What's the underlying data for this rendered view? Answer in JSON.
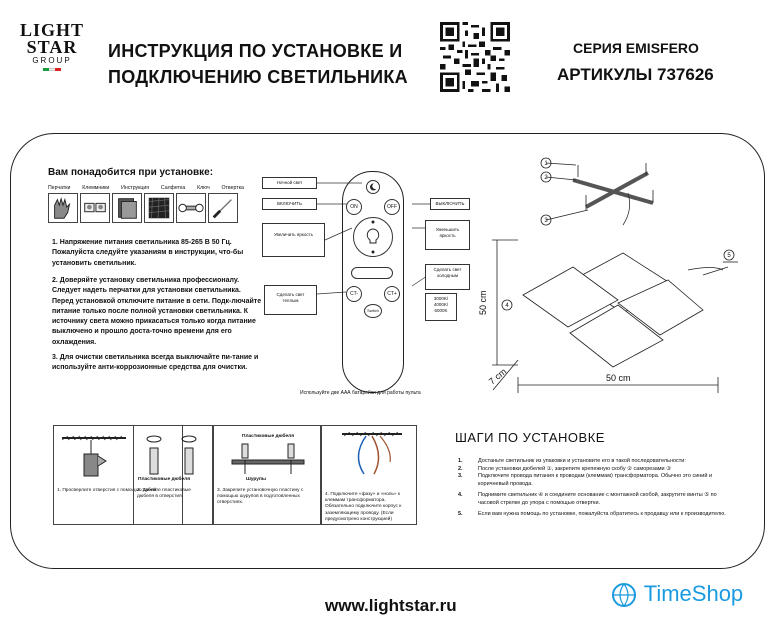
{
  "header": {
    "logo": {
      "line1": "LIGHT",
      "line2": "STAR",
      "line3": "GROUP"
    },
    "title_line1": "ИНСТРУКЦИЯ ПО УСТАНОВКЕ И",
    "title_line2": "ПОДКЛЮЧЕНИЮ СВЕТИЛЬНИКА",
    "series": "СЕРИЯ EMISFERO",
    "articles": "АРТИКУЛЫ 737626"
  },
  "needs": {
    "heading": "Вам понадобится при установке:",
    "tools": [
      "Перчатки",
      "Клеммники",
      "Инструкция",
      "Салфетка",
      "Ключ",
      "Отвертка"
    ]
  },
  "notes": [
    "1. Напряжение питания светильника 85-265 В 50 Гц. Пожалуйста следуйте указаниям в инструкции, что-бы установить светильник.",
    "2. Доверяйте установку светильника профессионалу. Следует надеть перчатки для установки светильника. Перед установкой отключите питание в сети. Подк-лючайте питание только после полной установки светильника. К источнику света можно прикасаться только когда питание выключено и прошло доста-точно времени для его охлаждения.",
    "3. Для очистки светильника всегда выключайте пи-тание и используйте анти-коррозионные средства для очистки."
  ],
  "remote": {
    "labels": {
      "night": "Ночной свет",
      "on": "ВКЛЮЧИТЬ",
      "off": "ВЫКЛЮЧИТЬ",
      "inc": "Увеличить яркость",
      "dec": "Уменьшить яркость",
      "warm": "Сделать свет теплым",
      "cold": "Сделать свет холодным",
      "temps": "3000K/ 4000K/ 6000K"
    },
    "buttons": {
      "on": "ON",
      "off": "OFF",
      "ct_minus": "CT-",
      "ct_plus": "CT+",
      "switch": "Switch"
    },
    "battery_note": "Используйте две ААА батарейки для работы пульта"
  },
  "diagram": {
    "callouts": [
      "1",
      "2",
      "3",
      "4",
      "5"
    ],
    "dim_height": "50 cm",
    "dim_depth": "7 cm",
    "dim_width": "50 cm"
  },
  "install_boxes": [
    {
      "text": "1. Просверлите отверстия с помощью дрели."
    },
    {
      "label": "Пластиковые дюбеля",
      "text": "2. Забейте пластиковые дюбеля в отверстия."
    },
    {
      "label_top": "Пластиковые дюбеля",
      "label_bottom": "Шурупы",
      "text": "3. Закрепите установочную пластину с помощью шурупов в подготовленных отверстиях."
    },
    {
      "text": "4. Подключите «фазу» и «ноль» к клеммам трансформатора. Обязательно подключите корпус к заземляющему проводу. (Если предусмотрено конструкцией)"
    }
  ],
  "steps": {
    "title": "ШАГИ ПО УСТАНОВКЕ",
    "items": [
      {
        "n": "1.",
        "text": "Достаньте светильник из упаковки и установите его в такой последовательности:"
      },
      {
        "n": "2.",
        "text": "После установки дюбелей ①, закрепите крепежную скобу ② саморезами ③"
      },
      {
        "n": "3.",
        "text": "Подключите провода питания к проводам (клеммам) трансформатора. Обычно это синий и коричневый провода."
      },
      {
        "n": "4.",
        "text": "Поднимите светильник ④ и соедините основание с монтажной скобой, закрутите винты ⑤ по часовой стрелке до упора с помощью отвертки."
      },
      {
        "n": "5.",
        "text": "Если вам нужна помощь по установке, пожалуйста обратитесь к продавцу или к производителю."
      }
    ]
  },
  "footer": {
    "url": "www.lightstar.ru"
  },
  "watermark": "TimeShop"
}
